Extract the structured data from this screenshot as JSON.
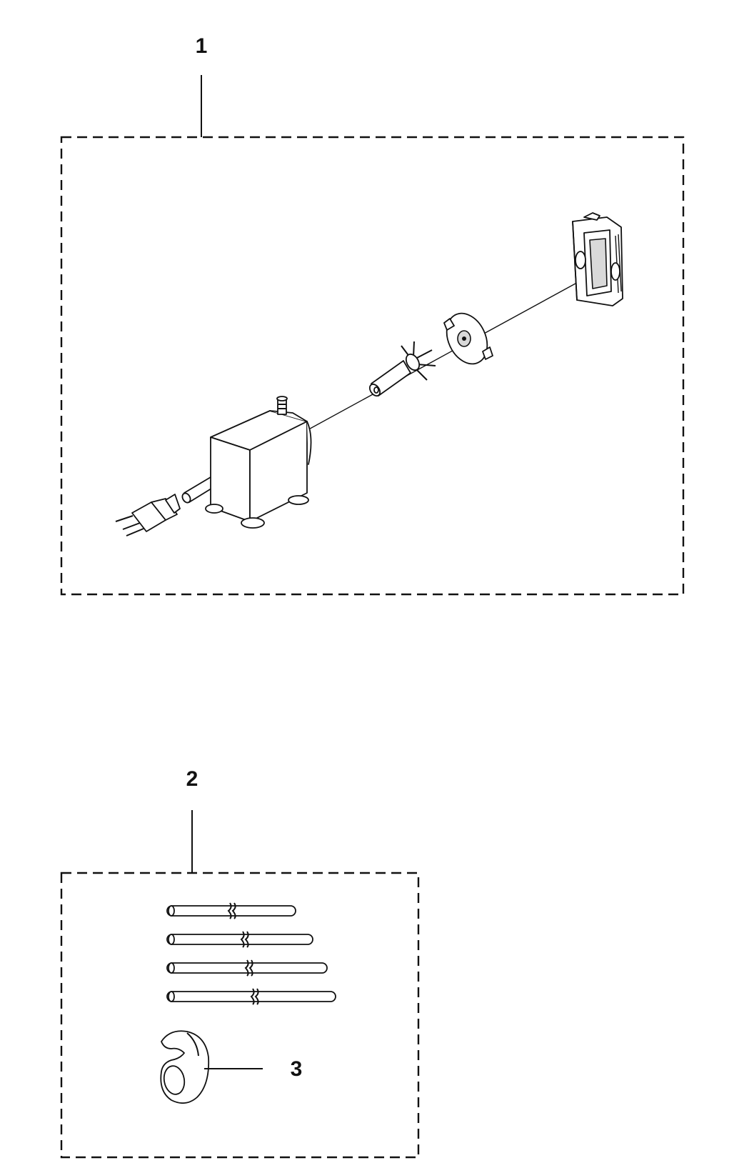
{
  "callouts": [
    {
      "id": "1",
      "label": "1"
    },
    {
      "id": "2",
      "label": "2"
    },
    {
      "id": "3",
      "label": "3"
    }
  ],
  "colors": {
    "line": "#111111",
    "background": "#ffffff",
    "shade": "#d9d9d9"
  }
}
